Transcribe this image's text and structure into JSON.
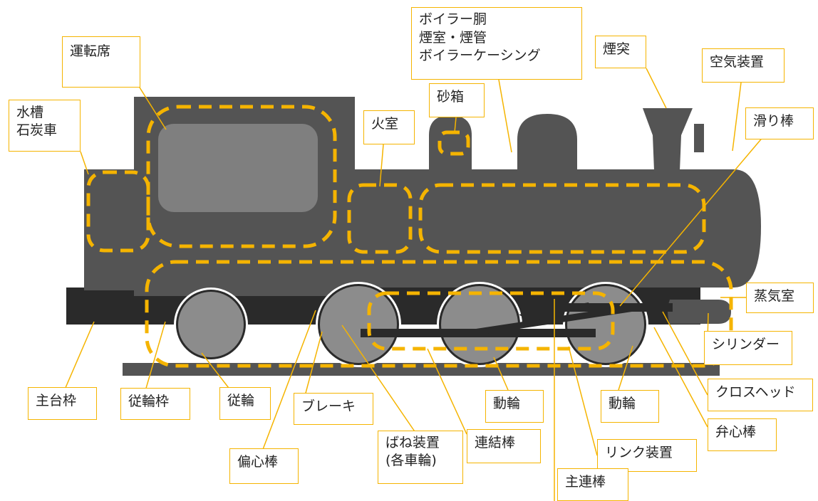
{
  "colors": {
    "body": "#545454",
    "dark": "#2a2a2a",
    "window": "#7f7f7f",
    "wheel": "#8c8c8c",
    "highlight": "#f5b400"
  },
  "labels": {
    "untenseki": "運転席",
    "boiler": "ボイラー胴\n煙室・煙管\nボイラーケーシング",
    "entotsu": "煙突",
    "kuuki": "空気装置",
    "suiso": "水槽\n石炭車",
    "sunabako": "砂箱",
    "kashitsu": "火室",
    "suberibou": "滑り棒",
    "joukishitsu": "蒸気室",
    "cylinder": "シリンダー",
    "crosshead": "クロスヘッド",
    "benshinbou": "弁心棒",
    "dourin_right": "動輪",
    "link": "リンク装置",
    "shurenbou": "主連棒",
    "dourin_mid": "動輪",
    "renketsubou": "連結棒",
    "bane": "ばね装置\n(各車輪)",
    "henshinbou": "偏心棒",
    "brake": "ブレーキ",
    "juurin": "従輪",
    "juurinwaku": "従輪枠",
    "shudaiwaku": "主台枠"
  }
}
